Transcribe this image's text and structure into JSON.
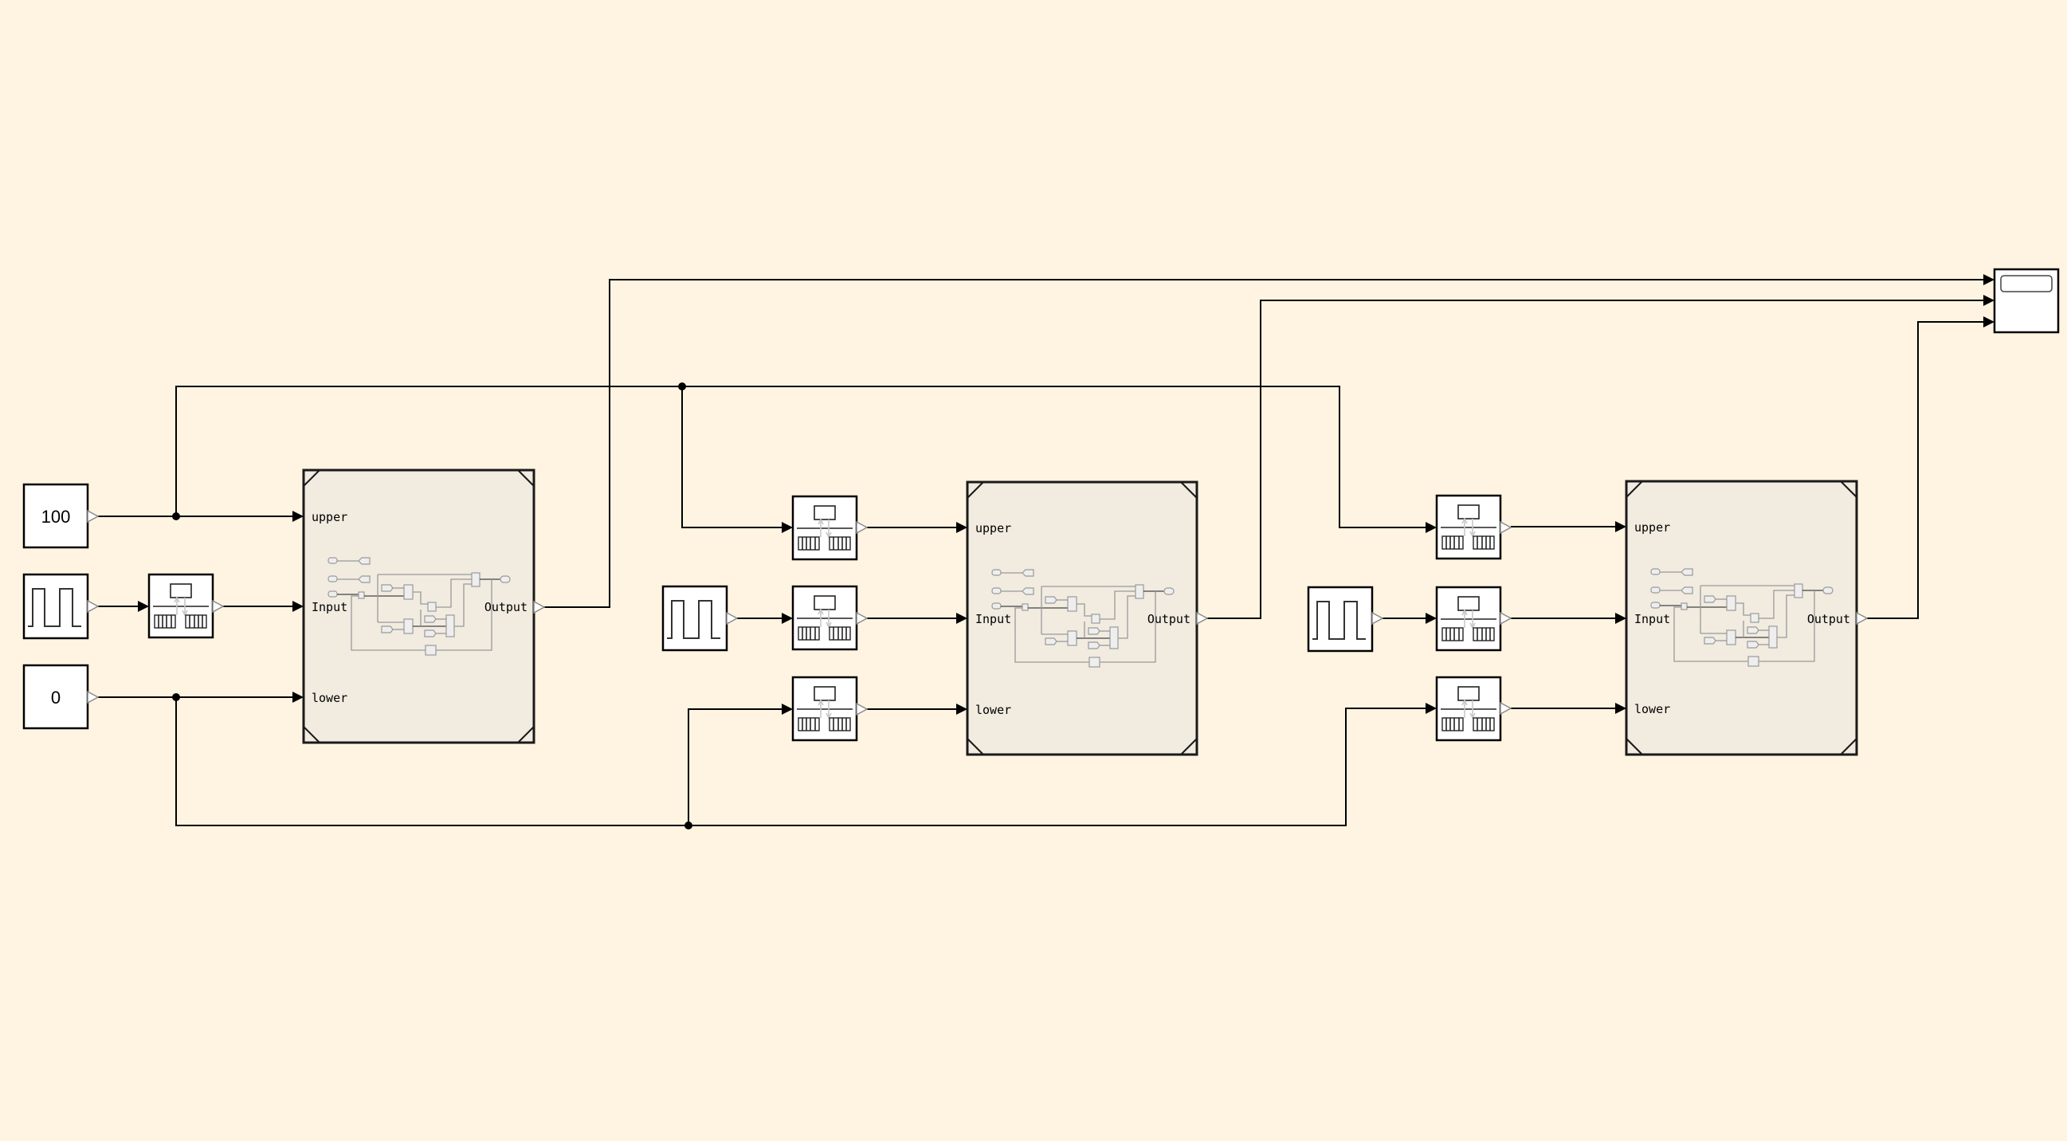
{
  "model": {
    "background_color": "#fff4e1",
    "subsystem_fill": "#f1ebe0"
  },
  "sources": {
    "upper_constant": {
      "value": "100",
      "type": "constant"
    },
    "lower_constant": {
      "value": "0",
      "type": "constant"
    },
    "pulse_generators": [
      {
        "type": "pulse-generator",
        "icon": "square-wave-icon"
      },
      {
        "type": "pulse-generator",
        "icon": "square-wave-icon"
      },
      {
        "type": "pulse-generator",
        "icon": "square-wave-icon"
      }
    ]
  },
  "rate_transitions": {
    "count": 7,
    "icon": "rate-transition-icon"
  },
  "subsystems": [
    {
      "ports_in": [
        "upper",
        "Input",
        "lower"
      ],
      "ports_out": [
        "Output"
      ]
    },
    {
      "ports_in": [
        "upper",
        "Input",
        "lower"
      ],
      "ports_out": [
        "Output"
      ]
    },
    {
      "ports_in": [
        "upper",
        "Input",
        "lower"
      ],
      "ports_out": [
        "Output"
      ]
    }
  ],
  "scope": {
    "type": "scope",
    "inputs": 3,
    "icon": "scope-display-icon"
  }
}
